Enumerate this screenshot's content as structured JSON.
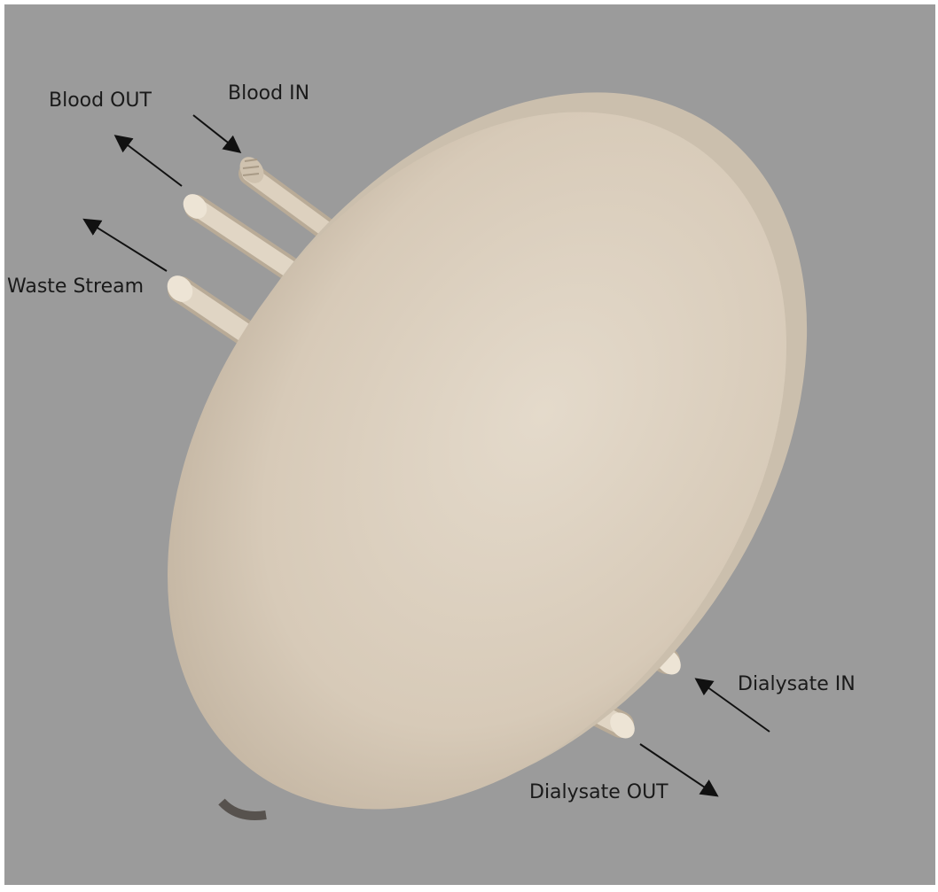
{
  "colors": {
    "background": "#9b9b9b",
    "device": "#d9cdbd",
    "arrow": "#111111",
    "label_text": "#1a1a1a"
  },
  "labels": {
    "blood_out": "Blood OUT",
    "blood_in": "Blood IN",
    "waste_stream": "Waste Stream",
    "dialysate_in": "Dialysate IN",
    "dialysate_out": "Dialysate OUT"
  }
}
